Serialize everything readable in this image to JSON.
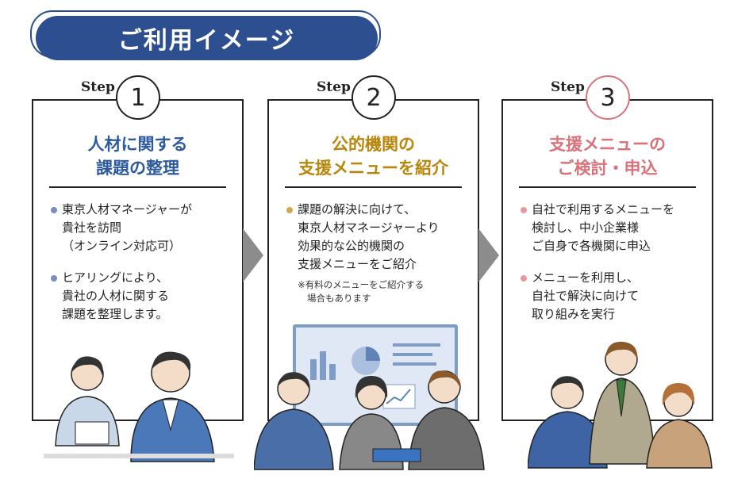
{
  "title": "ご利用イメージ",
  "colors": {
    "navy": "#2d4f8f",
    "step1": "#2d5a9e",
    "step2": "#b8860b",
    "step3": "#d9727a"
  },
  "steps": [
    {
      "label": "Step",
      "number": "1",
      "heading_line1": "人材に関する",
      "heading_line2": "課題の整理",
      "bullets": [
        [
          "東京人材マネージャーが",
          "貴社を訪問",
          "（オンライン対応可）"
        ],
        [
          "ヒアリングにより、",
          "貴社の人材に関する",
          "課題を整理します。"
        ]
      ]
    },
    {
      "label": "Step",
      "number": "2",
      "heading_line1": "公的機関の",
      "heading_line2": "支援メニューを紹介",
      "bullets": [
        [
          "課題の解決に向けて、",
          "東京人材マネージャーより",
          "効果的な公的機関の",
          "支援メニューをご紹介"
        ]
      ],
      "note_line1": "※有料のメニューをご紹介する",
      "note_line2": "場合もあります"
    },
    {
      "label": "Step",
      "number": "3",
      "heading_line1": "支援メニューの",
      "heading_line2": "ご検討・申込",
      "bullets": [
        [
          "自社で利用するメニューを",
          "検討し、中小企業様",
          "ご自身で各機関に申込"
        ],
        [
          "メニューを利用し、",
          "自社で解決に向けて",
          "取り組みを実行"
        ]
      ]
    }
  ]
}
